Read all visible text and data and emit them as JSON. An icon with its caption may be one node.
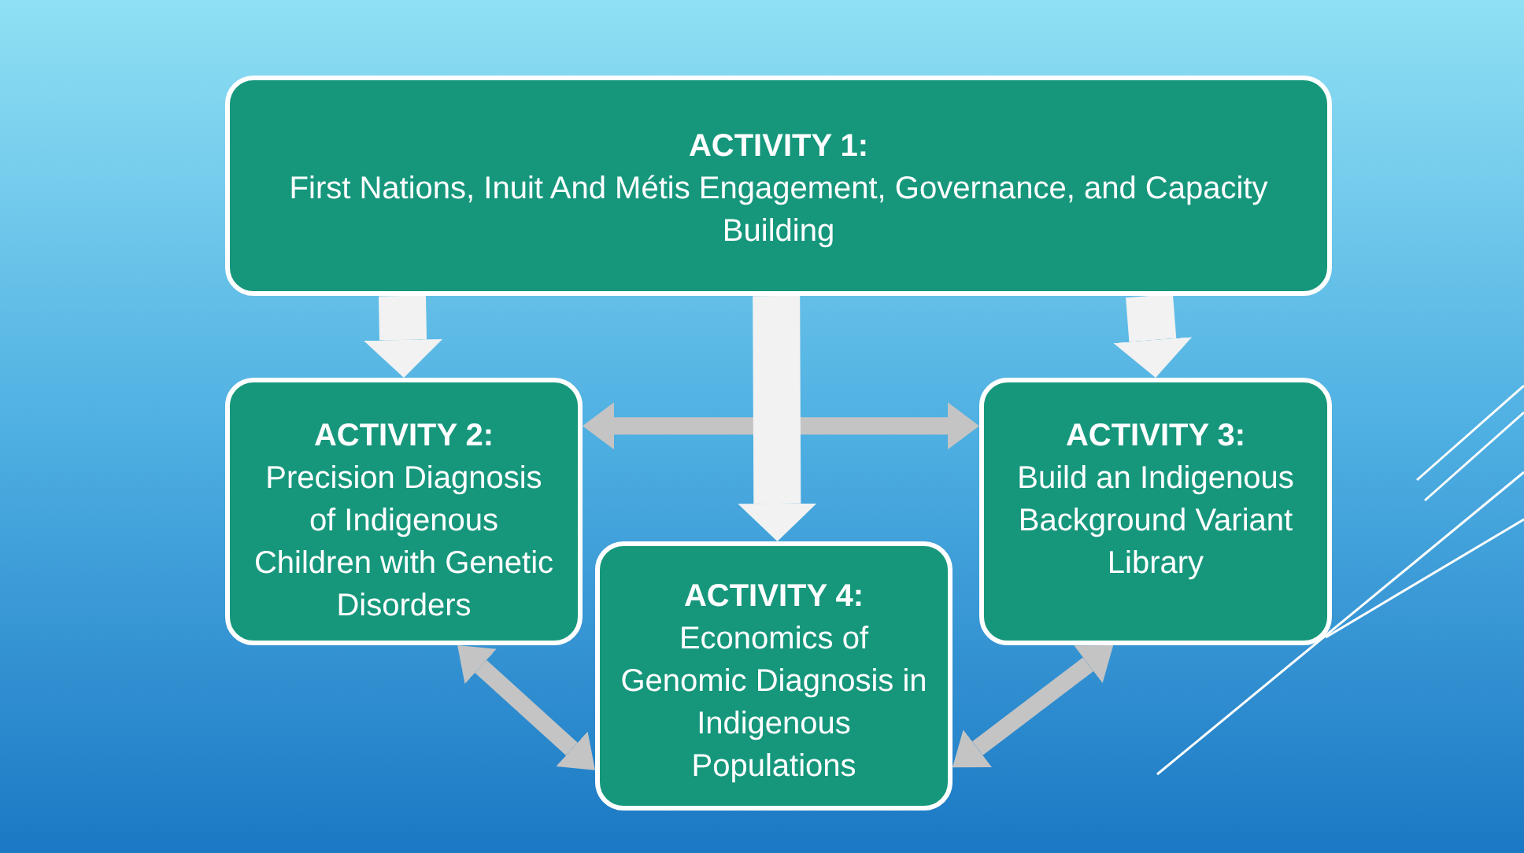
{
  "diagram": {
    "nodes": [
      {
        "text": [
          "ACTIVITY 1:",
          "First Nations, Inuit And Métis Engagement, Governance, and Capacity Building"
        ]
      },
      {
        "text": [
          "ACTIVITY 2:",
          "Precision Diagnosis of Indigenous Children with Genetic Disorders"
        ]
      },
      {
        "text": [
          "ACTIVITY 3:",
          "Build an Indigenous Background Variant Library"
        ]
      },
      {
        "text": [
          "ACTIVITY 4:",
          "Economics of Genomic Diagnosis in Indigenous Populations"
        ]
      }
    ],
    "edges": [
      {
        "from": 1,
        "to": 2,
        "arrow": "both",
        "color": "#c4c4c4"
      },
      {
        "from": 1,
        "to": 3,
        "arrow": "both",
        "color": "#c4c4c4"
      },
      {
        "from": 3,
        "to": 2,
        "arrow": "both",
        "color": "#c4c4c4"
      },
      {
        "from": 0,
        "to": 1,
        "arrow": "to",
        "style": "thick"
      },
      {
        "from": 0,
        "to": 3,
        "arrow": "to",
        "style": "thick"
      },
      {
        "from": 0,
        "to": 2,
        "arrow": "to",
        "style": "thick"
      }
    ]
  }
}
